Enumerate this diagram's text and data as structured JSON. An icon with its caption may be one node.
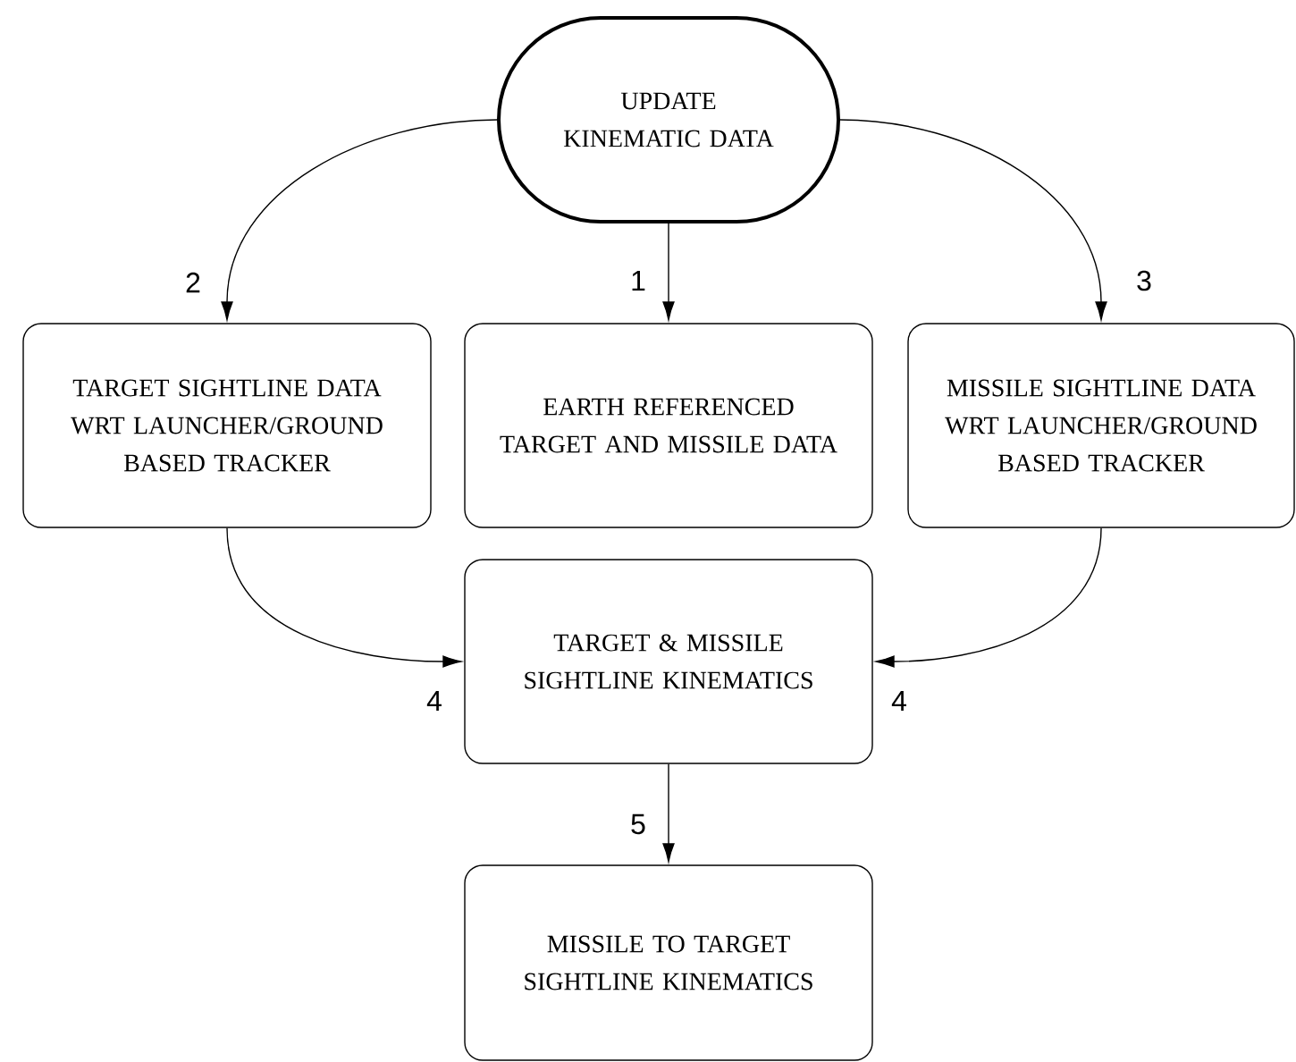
{
  "diagram": {
    "nodes": [
      {
        "text": [
          "UPDATE KINEMATIC DATA"
        ]
      },
      {
        "text": [
          "TARGET SIGHTLINE DATA WRT LAUNCHER/GROUND BASED TRACKER"
        ]
      },
      {
        "text": [
          "EARTH REFERENCED TARGET AND MISSILE DATA"
        ]
      },
      {
        "text": [
          "MISSILE SIGHTLINE DATA WRT LAUNCHER/GROUND BASED TRACKER"
        ]
      },
      {
        "text": [
          "TARGET & MISSILE SIGHTLINE KINEMATICS"
        ]
      },
      {
        "text": [
          "MISSILE TO TARGET SIGHTLINE KINEMATICS"
        ]
      }
    ],
    "edges": [
      {
        "from": 0,
        "to": 2,
        "arrow": "to",
        "label": "1"
      },
      {
        "from": 0,
        "to": 1,
        "arrow": "to",
        "label": "2"
      },
      {
        "from": 0,
        "to": 3,
        "arrow": "to",
        "label": "3"
      },
      {
        "from": 1,
        "to": 4,
        "arrow": "to",
        "label": "4"
      },
      {
        "from": 3,
        "to": 4,
        "arrow": "to",
        "label": "4"
      },
      {
        "from": 4,
        "to": 5,
        "arrow": "to",
        "label": "5"
      }
    ]
  }
}
